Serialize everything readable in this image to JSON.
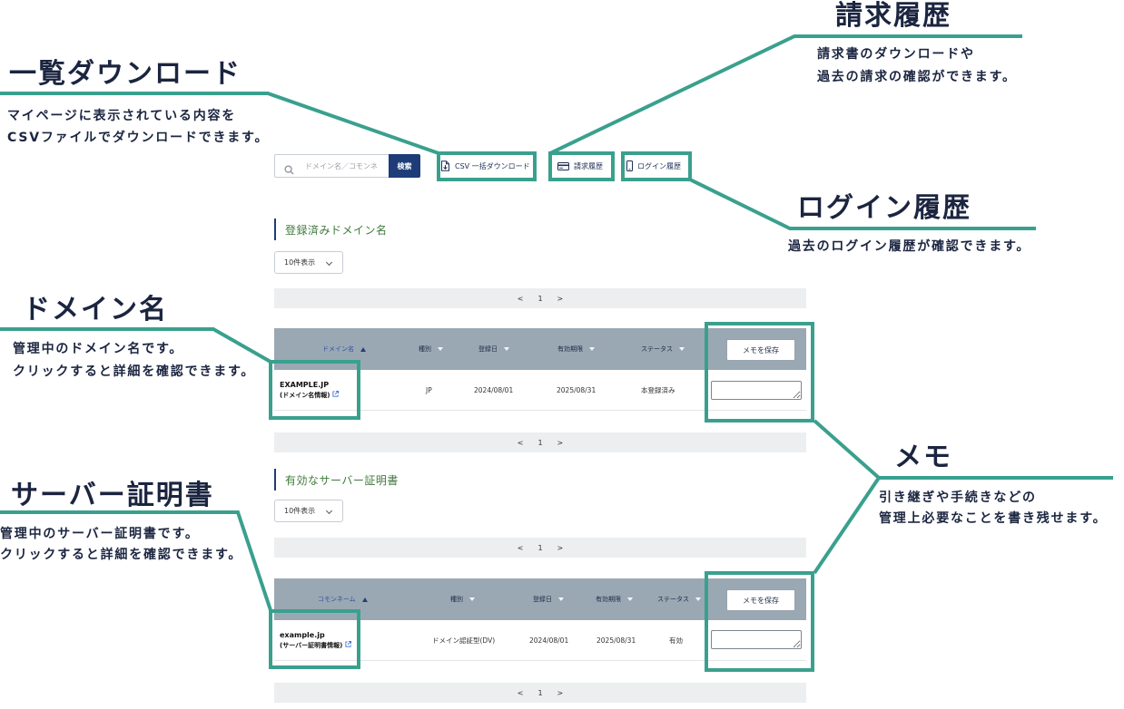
{
  "colors": {
    "callout": "#3aa08e",
    "callout_text": "#1b2540",
    "primary_navy": "#1d3c78",
    "table_header": "#9aa8b4",
    "pagination_bg": "#eceef0",
    "section_heading": "#3f7a3b",
    "link_blue": "#3d6fd1"
  },
  "callouts": {
    "csv_download": {
      "title": "一覧ダウンロード",
      "lines": [
        "マイページに表示されている内容を",
        "CSVファイルでダウンロードできます。"
      ]
    },
    "billing_history": {
      "title": "請求履歴",
      "lines": [
        "請求書のダウンロードや",
        "過去の請求の確認ができます。"
      ]
    },
    "login_history": {
      "title": "ログイン履歴",
      "lines": [
        "過去のログイン履歴が確認できます。"
      ]
    },
    "domain_name": {
      "title": "ドメイン名",
      "lines": [
        "管理中のドメイン名です。",
        "クリックすると詳細を確認できます。"
      ]
    },
    "server_certificate": {
      "title": "サーバー証明書",
      "lines": [
        "管理中のサーバー証明書です。",
        "クリックすると詳細を確認できます。"
      ]
    },
    "memo": {
      "title": "メモ",
      "lines": [
        "引き継ぎや手続きなどの",
        "管理上必要なことを書き残せます。"
      ]
    }
  },
  "toolbar": {
    "search_icon": "search-icon",
    "search_placeholder": "ドメイン名／コモンネ",
    "search_button": "検索",
    "csv_download_icon": "file-download-icon",
    "csv_download_label": "CSV 一括ダウンロード",
    "billing_history_icon": "card-icon",
    "billing_history_label": "請求履歴",
    "login_history_icon": "smartphone-icon",
    "login_history_label": "ログイン履歴"
  },
  "domains": {
    "heading": "登録済みドメイン名",
    "per_page": "10件表示",
    "pagination": {
      "prev": "<",
      "current": "1",
      "next": ">"
    },
    "columns": [
      {
        "label": "ドメイン名",
        "sort_icon": "sort-asc-icon"
      },
      {
        "label": "種別",
        "sort_icon": "sort-desc-icon"
      },
      {
        "label": "登録日",
        "sort_icon": "sort-desc-icon"
      },
      {
        "label": "有効期限",
        "sort_icon": "sort-desc-icon"
      },
      {
        "label": "ステータス",
        "sort_icon": "sort-desc-icon"
      }
    ],
    "save_memo": "メモを保存",
    "rows": [
      {
        "name": "EXAMPLE.JP",
        "detail_link": "(ドメイン名情報)",
        "type": "JP",
        "registered": "2024/08/01",
        "expires": "2025/08/31",
        "status": "本登録済み"
      }
    ]
  },
  "certificates": {
    "heading": "有効なサーバー証明書",
    "per_page": "10件表示",
    "pagination": {
      "prev": "<",
      "current": "1",
      "next": ">"
    },
    "columns": [
      {
        "label": "コモンネーム",
        "sort_icon": "sort-asc-icon"
      },
      {
        "label": "種別",
        "sort_icon": "sort-desc-icon"
      },
      {
        "label": "登録日",
        "sort_icon": "sort-desc-icon"
      },
      {
        "label": "有効期限",
        "sort_icon": "sort-desc-icon"
      },
      {
        "label": "ステータス",
        "sort_icon": "sort-desc-icon"
      }
    ],
    "save_memo": "メモを保存",
    "rows": [
      {
        "name": "example.jp",
        "detail_link": "(サーバー証明書情報)",
        "type": "ドメイン認証型(DV)",
        "registered": "2024/08/01",
        "expires": "2025/08/31",
        "status": "有効"
      }
    ]
  }
}
